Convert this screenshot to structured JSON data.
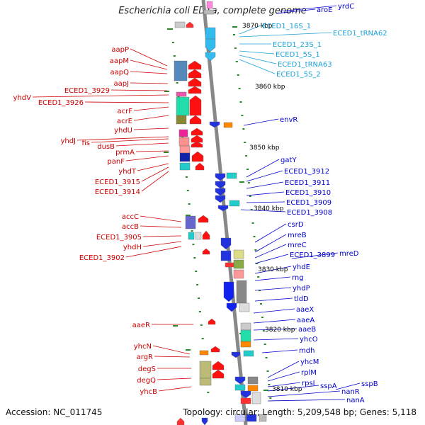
{
  "title": "Escherichia coli ED1a, complete genome",
  "footer": {
    "accession": "Accession: NC_011745",
    "topology": "Topology: circular; Length: 5,209,548 bp; Genes: 5,118"
  },
  "colors": {
    "left_label": "#cc0000",
    "right_label": "#0000cc",
    "rna_label": "#1aa0d8",
    "axis": "#888888",
    "tick": "#2a8a2a"
  },
  "kbp_labels": [
    "3870 kbp",
    "3860 kbp",
    "3850 kbp",
    "3840 kbp",
    "3830 kbp",
    "3820 kbp",
    "3810 kbp"
  ],
  "left_labels": [
    "aapP",
    "aapM",
    "aapQ",
    "aapJ",
    "ECED1_3929",
    "yhdV",
    "ECED1_3926",
    "acrF",
    "acrE",
    "yhdU",
    "yhdJ",
    "fis",
    "dusB",
    "prmA",
    "panF",
    "yhdT",
    "ECED1_3915",
    "ECED1_3914",
    "accC",
    "accB",
    "ECED1_3905",
    "yhdH",
    "ECED1_3902",
    "aaeR",
    "yhcN",
    "argR",
    "degS",
    "degQ",
    "yhcB"
  ],
  "right_labels": [
    "yrdC",
    "aroE",
    "envR",
    "gatY",
    "ECED1_3912",
    "ECED1_3911",
    "ECED1_3910",
    "ECED1_3909",
    "ECED1_3908",
    "csrD",
    "mreB",
    "mreC",
    "ECED1_3899",
    "mreD",
    "yhdE",
    "rng",
    "yhdP",
    "tldD",
    "aaeX",
    "aaeA",
    "aaeB",
    "yhcO",
    "mdh",
    "yhcM",
    "rplM",
    "rpsI",
    "sspA",
    "sspB",
    "nanR",
    "nanA"
  ],
  "rna_labels": [
    "ECED1_16S_1",
    "ECED1_tRNA62",
    "ECED1_23S_1",
    "ECED1_5S_1",
    "ECED1_tRNA63",
    "ECED1_5S_2"
  ]
}
